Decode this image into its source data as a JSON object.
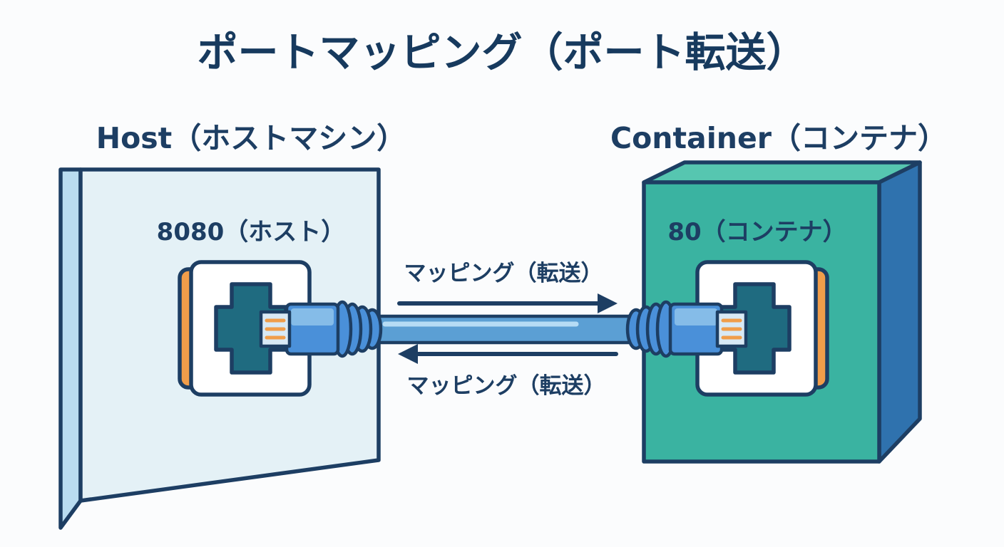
{
  "title": "ポートマッピング（ポート転送）",
  "host": {
    "label": "Host（ホストマシン）",
    "port_label": "8080（ホスト）"
  },
  "container": {
    "label": "Container（コンテナ）",
    "port_label": "80（コンテナ）"
  },
  "arrows": {
    "top_label": "マッピング（転送）",
    "bottom_label": "マッピング（転送）"
  },
  "colors": {
    "navy": "#1d3e63",
    "title": "#173a5e",
    "panel_face": "#e4f1f6",
    "panel_edge": "#b9dcf0",
    "cube_front": "#3ab3a1",
    "cube_top": "#56c6b0",
    "cube_side": "#2f72ae",
    "orange": "#f09d4a",
    "jack": "#1f6b80",
    "connector": "#4a90d9",
    "connector_light": "#85bce8",
    "tip_face": "#d8e9f5",
    "cable": "#5b9fd4",
    "cable_highlight": "#b6dcf5",
    "background": "#fbfcfd"
  }
}
